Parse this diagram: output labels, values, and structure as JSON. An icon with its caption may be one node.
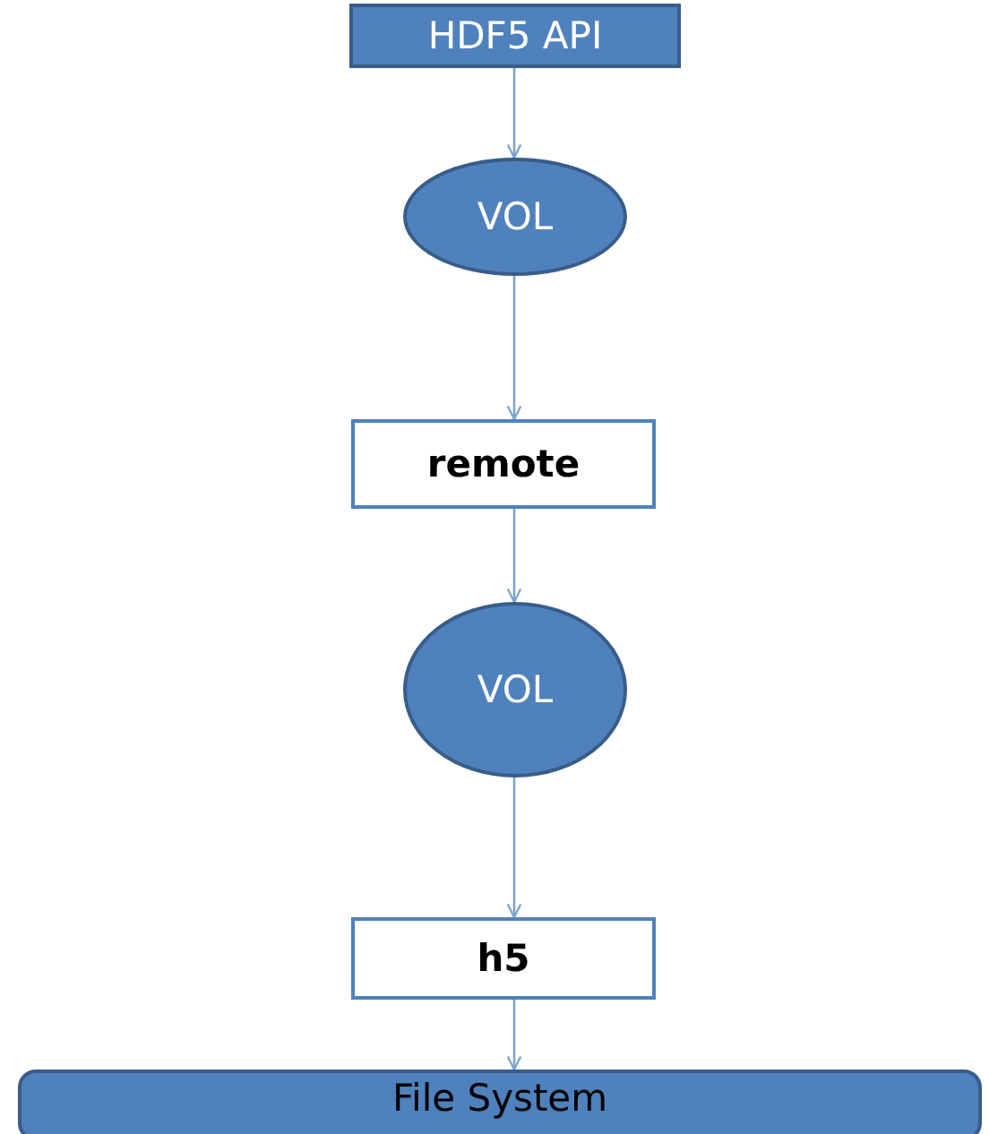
{
  "diagram": {
    "nodes": [
      {
        "text": [
          "HDF5 API"
        ]
      },
      {
        "text": [
          "VOL"
        ]
      },
      {
        "text": [
          "remote"
        ]
      },
      {
        "text": [
          "VOL"
        ]
      },
      {
        "text": [
          "h5"
        ]
      },
      {
        "text": [
          "File System"
        ]
      }
    ],
    "edges": [
      {
        "from": 0,
        "to": 1,
        "arrow": "to"
      },
      {
        "from": 1,
        "to": 2,
        "arrow": "to"
      },
      {
        "from": 2,
        "to": 3,
        "arrow": "to"
      },
      {
        "from": 3,
        "to": 4,
        "arrow": "to"
      },
      {
        "from": 4,
        "to": 5,
        "arrow": "to"
      }
    ]
  }
}
